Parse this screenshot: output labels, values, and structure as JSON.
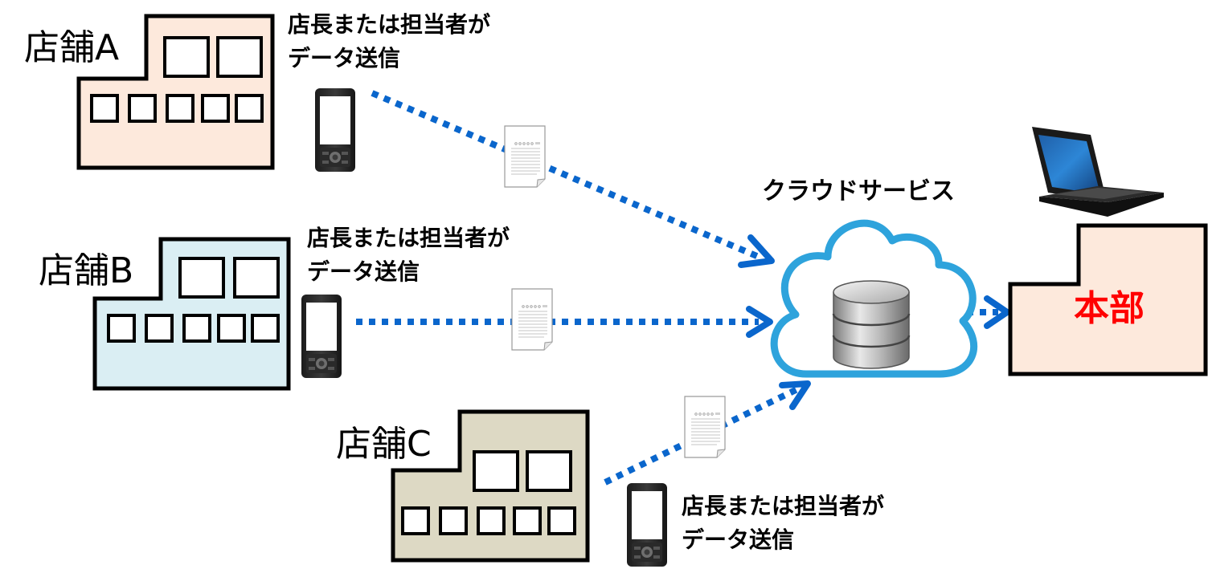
{
  "stores": [
    {
      "label": "店舗A",
      "fill": "#fde9dc",
      "caption_line1": "店長または担当者が",
      "caption_line2": "データ送信"
    },
    {
      "label": "店舗B",
      "fill": "#daeef3",
      "caption_line1": "店長または担当者が",
      "caption_line2": "データ送信"
    },
    {
      "label": "店舗C",
      "fill": "#ddd9c4",
      "caption_line1": "店長または担当者が",
      "caption_line2": "データ送信"
    }
  ],
  "cloud": {
    "title": "クラウドサービス",
    "outline_color": "#2ea3dc"
  },
  "headquarters": {
    "label": "本部",
    "label_color": "#ff0000",
    "fill": "#fde9dc"
  },
  "colors": {
    "arrow": "#0a66cc",
    "outline": "#000000"
  },
  "icons": {
    "phone": "mobile-phone-icon",
    "document": "document-icon",
    "database": "database-icon",
    "laptop": "laptop-icon"
  }
}
